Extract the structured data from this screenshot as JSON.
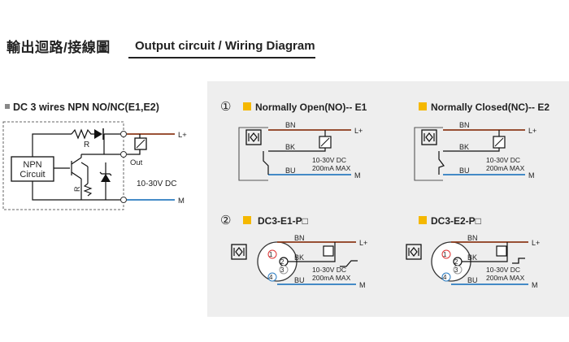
{
  "header": {
    "title_cn": "輸出迴路/接線圖",
    "title_en": "Output circuit / Wiring Diagram"
  },
  "left": {
    "title": "DC 3 wires NPN NO/NC(E1,E2)",
    "npn_label_1": "NPN",
    "npn_label_2": "Circuit",
    "r_top": "R",
    "r_side": "R",
    "out_label": "Out",
    "lplus": "L+",
    "minus": "M",
    "voltage": "10-30V DC"
  },
  "panels": {
    "e1": {
      "num": "①",
      "title": "Normally Open(NO)-- E1",
      "bn": "BN",
      "bk": "BK",
      "bu": "BU",
      "lplus": "L+",
      "m": "M",
      "v1": "10-30V DC",
      "v2": "200mA MAX"
    },
    "e2": {
      "title": "Normally Closed(NC)-- E2",
      "bn": "BN",
      "bk": "BK",
      "bu": "BU",
      "lplus": "L+",
      "m": "M",
      "v1": "10-30V DC",
      "v2": "200mA MAX"
    },
    "p1": {
      "num": "②",
      "title": "DC3-E1-P□",
      "bn": "BN",
      "bk": "BK",
      "bu": "BU",
      "lplus": "L+",
      "m": "M",
      "v1": "10-30V DC",
      "v2": "200mA MAX",
      "pins": [
        "1",
        "2",
        "3",
        "4"
      ]
    },
    "p2": {
      "title": "DC3-E2-P□",
      "bn": "BN",
      "bk": "BK",
      "bu": "BU",
      "lplus": "L+",
      "m": "M",
      "v1": "10-30V DC",
      "v2": "200mA MAX",
      "pins": [
        "1",
        "2",
        "3",
        "4"
      ]
    }
  },
  "colors": {
    "brown": "#8B3A1A",
    "blue": "#2B7BC0",
    "black": "#111111",
    "accent": "#F5B800",
    "panel_bg": "#eeeeee"
  }
}
